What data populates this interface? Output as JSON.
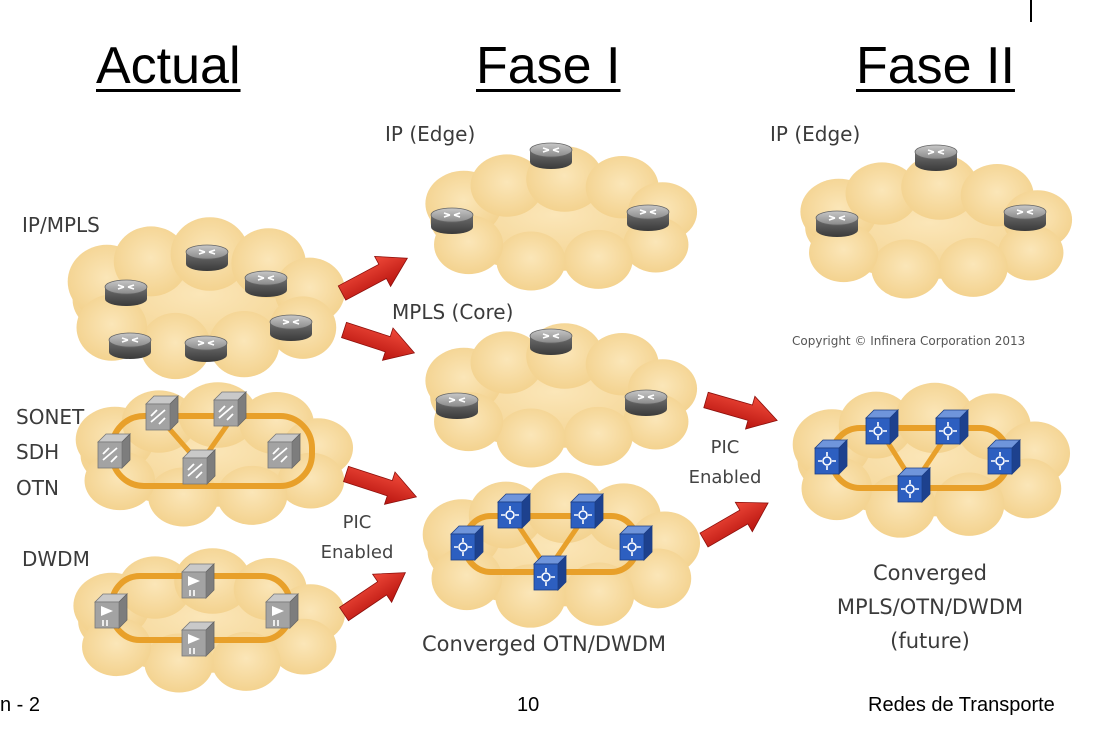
{
  "headings": {
    "actual": "Actual",
    "fase1": "Fase I",
    "fase2": "Fase II"
  },
  "labels": {
    "ip_mpls": "IP/MPLS",
    "sonet": "SONET",
    "sdh": "SDH",
    "otn": "OTN",
    "dwdm": "DWDM",
    "ip_edge_1": "IP (Edge)",
    "ip_edge_2": "IP (Edge)",
    "mpls_core": "MPLS (Core)",
    "pic_1_line1": "PIC",
    "pic_1_line2": "Enabled",
    "pic_2_line1": "PIC",
    "pic_2_line2": "Enabled",
    "converged_otn_dwdm": "Converged OTN/DWDM",
    "converged_future_line1": "Converged",
    "converged_future_line2": "MPLS/OTN/DWDM",
    "converged_future_line3": "(future)",
    "copyright": "Copyright © Infinera Corporation 2013"
  },
  "footer": {
    "left": "n - 2",
    "page": "10",
    "right": "Redes de Transporte"
  },
  "colors": {
    "cloud": "#f6d89a",
    "arrow": "#d8201a",
    "ring": "#e8a02a",
    "router": "#5e5e5e",
    "otn_node": "#2a59b5",
    "sdh_node": "#9a9a9a"
  },
  "icons": [
    "router-icon",
    "sdh-switch-icon",
    "otn-switch-icon",
    "dwdm-node-icon",
    "red-arrow-icon"
  ]
}
